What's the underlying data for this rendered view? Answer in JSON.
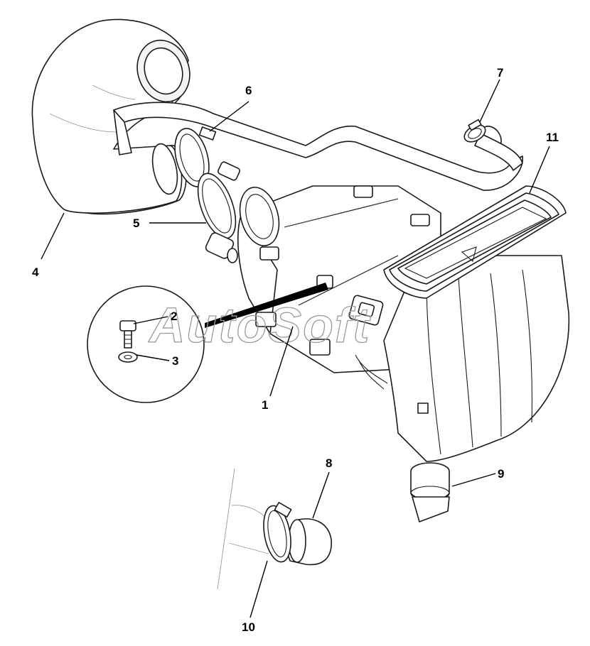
{
  "watermark": "AutoSoft",
  "callouts": [
    {
      "id": "1",
      "label": "1"
    },
    {
      "id": "2",
      "label": "2"
    },
    {
      "id": "3",
      "label": "3"
    },
    {
      "id": "4",
      "label": "4"
    },
    {
      "id": "5",
      "label": "5"
    },
    {
      "id": "6",
      "label": "6"
    },
    {
      "id": "7",
      "label": "7"
    },
    {
      "id": "8",
      "label": "8"
    },
    {
      "id": "9",
      "label": "9"
    },
    {
      "id": "10",
      "label": "10"
    },
    {
      "id": "11",
      "label": "11"
    }
  ],
  "icons": {
    "hose": "intake-hose-icon",
    "housing": "air-filter-housing-icon",
    "clamp": "hose-clamp-icon",
    "bolt": "bolt-icon",
    "washer": "washer-icon"
  }
}
